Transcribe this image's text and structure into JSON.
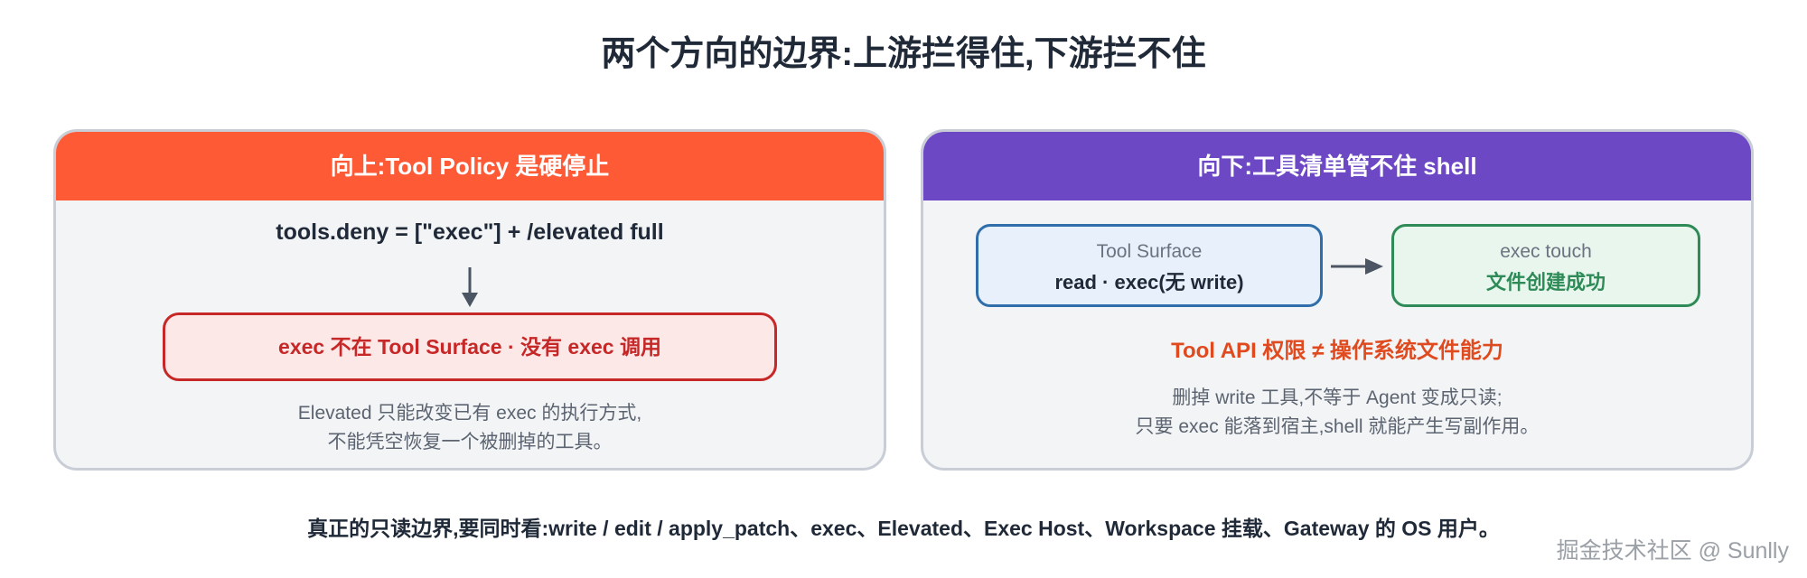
{
  "title": "两个方向的边界:上游拦得住,下游拦不住",
  "left_panel": {
    "header": "向上:Tool Policy 是硬停止",
    "formula": "tools.deny = [\"exec\"] + /elevated full",
    "result": "exec 不在 Tool Surface · 没有 exec 调用",
    "note_line1": "Elevated 只能改变已有 exec 的执行方式,",
    "note_line2": "不能凭空恢复一个被删掉的工具。"
  },
  "right_panel": {
    "header": "向下:工具清单管不住 shell",
    "box1_label": "Tool Surface",
    "box1_value": "read · exec(无 write)",
    "box2_label": "exec touch",
    "box2_value": "文件创建成功",
    "warning": "Tool API 权限 ≠ 操作系统文件能力",
    "note_line1": "删掉 write 工具,不等于 Agent 变成只读;",
    "note_line2": "只要 exec 能落到宿主,shell 就能产生写副作用。"
  },
  "footer": "真正的只读边界,要同时看:write / edit / apply_patch、exec、Elevated、Exec Host、Workspace 挂载、Gateway 的 OS 用户。",
  "watermark": "掘金技术社区 @ Sunlly",
  "colors": {
    "left_header": "#ff5a36",
    "right_header": "#6c48c5",
    "danger": "#c62828",
    "blue_border": "#2f6eaa",
    "green_border": "#2e8b57",
    "warning_text": "#e04a1f"
  }
}
